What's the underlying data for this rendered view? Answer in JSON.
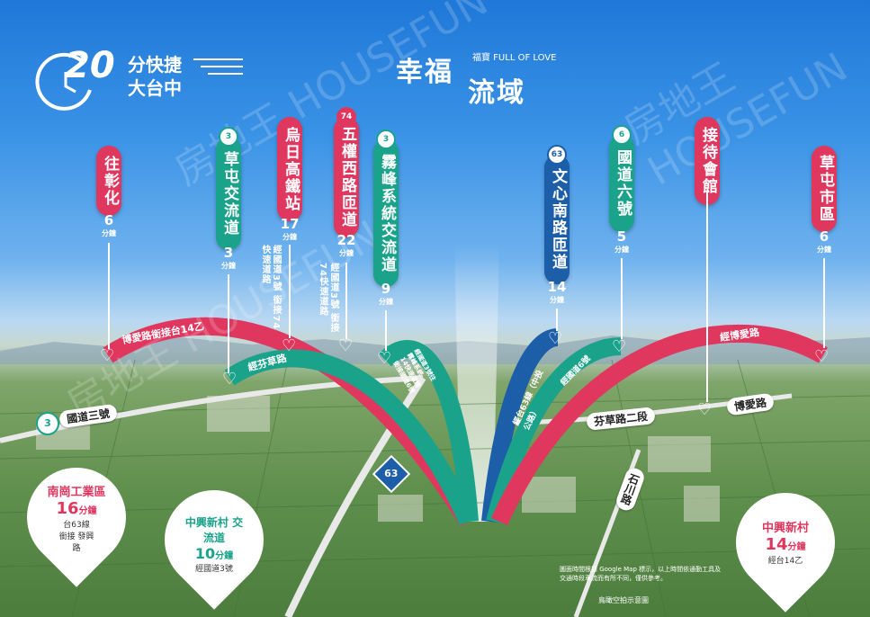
{
  "header": {
    "minutes_big": "20",
    "minutes_unit": "分快捷",
    "city": "大台中",
    "brand_main_1": "幸福",
    "brand_main_2": "流域",
    "brand_sub": "福寶 FULL OF LOVE"
  },
  "destinations": [
    {
      "name": "往彰化",
      "minutes": "6",
      "unit": "分鐘",
      "color": "#e0375f"
    },
    {
      "name": "草屯交流道",
      "minutes": "3",
      "unit": "分鐘",
      "color": "#1aa38a",
      "badge": "3"
    },
    {
      "name": "烏日高鐵站",
      "minutes": "17",
      "unit": "分鐘",
      "color": "#e0375f",
      "note": "經國道3號 銜接74快速道路"
    },
    {
      "name": "五權西路匝道",
      "minutes": "22",
      "unit": "分鐘",
      "color": "#e0375f",
      "badge": "74",
      "note": "經國道3號 銜接74快速道路"
    },
    {
      "name": "霧峰系統交流道",
      "minutes": "9",
      "unit": "分鐘",
      "color": "#1aa38a",
      "badge": "3"
    },
    {
      "name": "文心南路匝道",
      "minutes": "14",
      "unit": "分鐘",
      "color": "#1d5ea8",
      "badge": "63"
    },
    {
      "name": "國道六號",
      "minutes": "5",
      "unit": "分鐘",
      "color": "#1aa38a",
      "badge": "6"
    },
    {
      "name": "接待會館",
      "minutes": "",
      "unit": "",
      "color": "#e0375f"
    },
    {
      "name": "草屯市區",
      "minutes": "6",
      "unit": "分鐘",
      "color": "#e0375f"
    }
  ],
  "arcs": {
    "boai_14yi": "博愛路銜接台14乙",
    "jingfen": "經芬草路",
    "route_74": "經國道3號往霧峰系統 14快速道路銜接國道6號",
    "route_63": "經台63線（中投公路）",
    "route_6": "經國道6號",
    "boai": "經博愛路"
  },
  "roads": {
    "freeway3": "國道三號",
    "freeway3_badge": "3",
    "fencao": "芬草路二段",
    "boai": "博愛路",
    "shichuan": "石川路",
    "hw63_badge": "63"
  },
  "pins": [
    {
      "title": "南崗工業區",
      "minutes": "16",
      "unit": "分鐘",
      "note": "台63線 銜接 發興路",
      "color": "#e0375f"
    },
    {
      "title": "中興新村 交流道",
      "minutes": "10",
      "unit": "分鐘",
      "note": "經國道3號",
      "color": "#1aa38a"
    },
    {
      "title": "中興新村",
      "minutes": "14",
      "unit": "分鐘",
      "note": "經台14乙",
      "color": "#e0375f"
    }
  ],
  "footer": {
    "disclaimer": "圖面時間根據 Google Map 標示，以上時間依通勤工具及交通時段車流而有所不同，僅供參考。",
    "caption": "鳥瞰空拍示意圖"
  },
  "watermark": "房地王 HOUSEFUN"
}
